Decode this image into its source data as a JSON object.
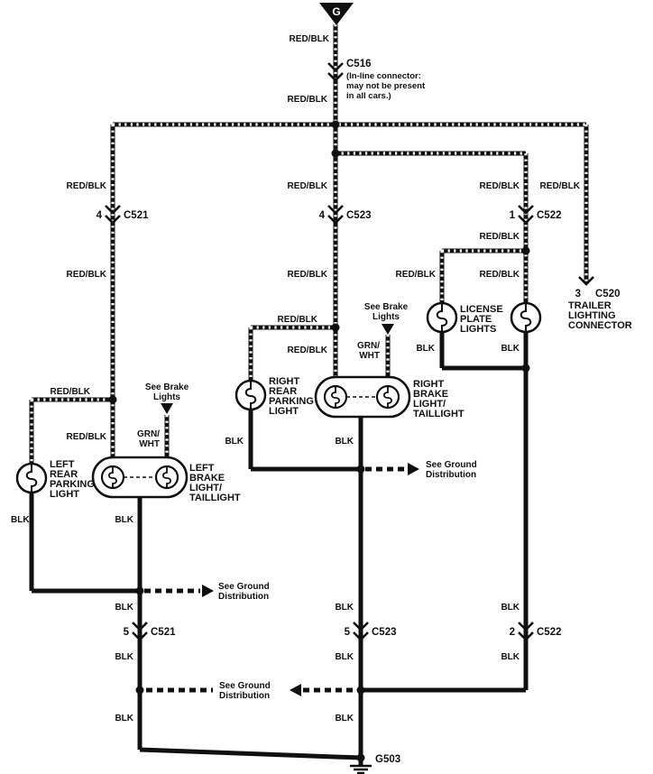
{
  "diagram_type": "automotive wiring diagram - tail lights / license plate / trailer lighting circuit",
  "power": {
    "label": "G"
  },
  "wires": {
    "red_blk": "RED/BLK",
    "blk": "BLK",
    "grn": "GRN/",
    "wht": "WHT"
  },
  "conn": {
    "c516": "C516",
    "c516_note1": "(In-line connector:",
    "c516_note2": "may not be present",
    "c516_note3": "in all cars.)",
    "c521": "C521",
    "c523": "C523",
    "c522": "C522",
    "c520": "C520",
    "g503": "G503",
    "pin_c521_top": "4",
    "pin_c523_top": "4",
    "pin_c522_top": "1",
    "pin_c520": "3",
    "pin_c521_bot": "5",
    "pin_c523_bot": "5",
    "pin_c522_bot": "2"
  },
  "comp": {
    "lrp1": "LEFT",
    "lrp2": "REAR",
    "lrp3": "PARKING",
    "lrp4": "LIGHT",
    "lbl1": "LEFT",
    "lbl2": "BRAKE",
    "lbl3": "LIGHT/",
    "lbl4": "TAILLIGHT",
    "rrp1": "RIGHT",
    "rrp2": "REAR",
    "rrp3": "PARKING",
    "rrp4": "LIGHT",
    "rbl1": "RIGHT",
    "rbl2": "BRAKE",
    "rbl3": "LIGHT/",
    "rbl4": "TAILLIGHT",
    "lic1": "LICENSE",
    "lic2": "PLATE",
    "lic3": "LIGHTS",
    "trl1": "TRAILER",
    "trl2": "LIGHTING",
    "trl3": "CONNECTOR"
  },
  "refs": {
    "brake1": "See Brake",
    "brake2": "Lights",
    "gnd1": "See Ground",
    "gnd2": "Distribution"
  }
}
